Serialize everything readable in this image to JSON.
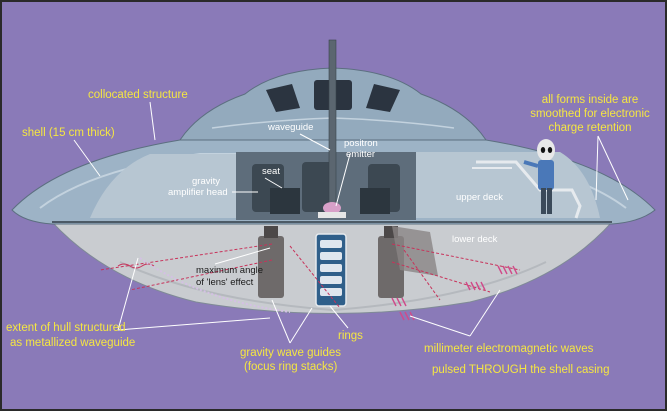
{
  "colors": {
    "background": "#8a7ab8",
    "hull_upper": "#9db3c6",
    "hull_lower": "#c9ccd0",
    "label_yellow": "#f5e642",
    "wave_red": "#c8325a",
    "ring_panel": "#2f5f8a"
  },
  "labels": {
    "collocated": "collocated structure",
    "shell": "shell (15 cm thick)",
    "all_forms_1": "all forms inside are",
    "all_forms_2": "smoothed for electronic",
    "all_forms_3": "charge retention",
    "waveguide": "waveguide",
    "positron_1": "positron",
    "positron_2": "emitter",
    "seat": "seat",
    "gravity_amp_1": "gravity",
    "gravity_amp_2": "amplifier head",
    "upper_deck": "upper deck",
    "lower_deck": "lower deck",
    "max_angle_1": "maximum angle",
    "max_angle_2": "of 'lens' effect",
    "extent_1": "extent of hull structured",
    "extent_2": "as metallized waveguide",
    "rings": "rings",
    "gwg_1": "gravity wave guides",
    "gwg_2": "(focus ring stacks)",
    "mm_1": "millimeter electromagnetic waves",
    "mm_2": "pulsed THROUGH the shell casing"
  }
}
